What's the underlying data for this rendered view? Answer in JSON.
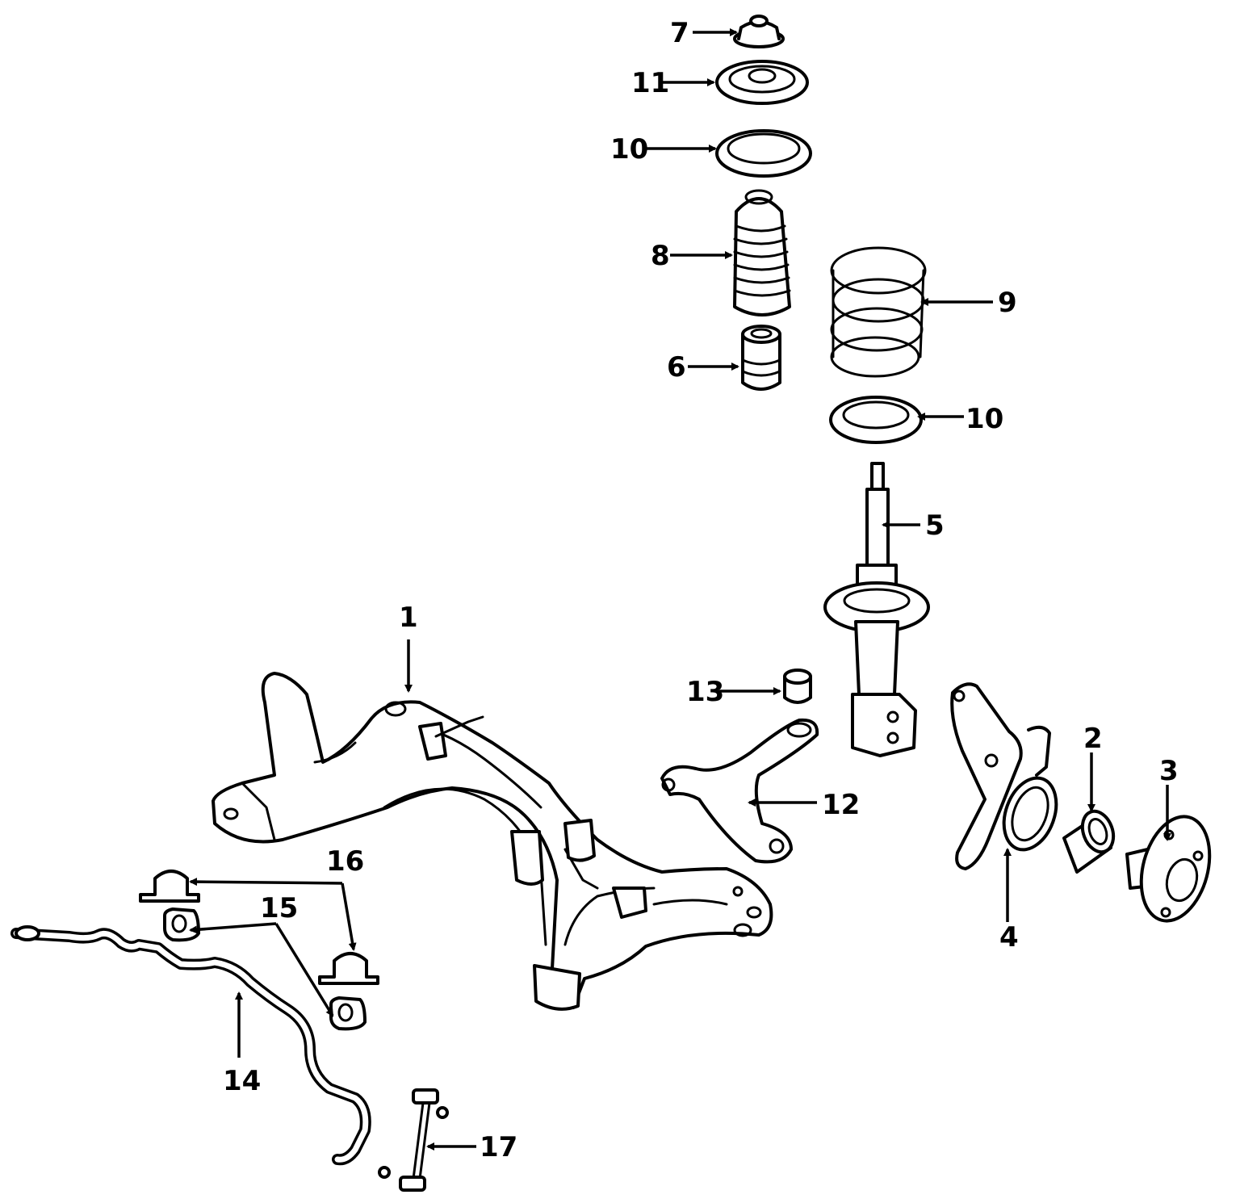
{
  "diagram": {
    "colors": {
      "line": "#000000",
      "background": "#ffffff"
    },
    "callouts": [
      {
        "id": "1",
        "label": "1"
      },
      {
        "id": "2",
        "label": "2"
      },
      {
        "id": "3",
        "label": "3"
      },
      {
        "id": "4",
        "label": "4"
      },
      {
        "id": "5",
        "label": "5"
      },
      {
        "id": "6",
        "label": "6"
      },
      {
        "id": "7",
        "label": "7"
      },
      {
        "id": "8",
        "label": "8"
      },
      {
        "id": "9",
        "label": "9"
      },
      {
        "id": "10a",
        "label": "10"
      },
      {
        "id": "10b",
        "label": "10"
      },
      {
        "id": "11",
        "label": "11"
      },
      {
        "id": "12",
        "label": "12"
      },
      {
        "id": "13",
        "label": "13"
      },
      {
        "id": "14",
        "label": "14"
      },
      {
        "id": "15",
        "label": "15"
      },
      {
        "id": "16",
        "label": "16"
      },
      {
        "id": "17",
        "label": "17"
      }
    ]
  }
}
